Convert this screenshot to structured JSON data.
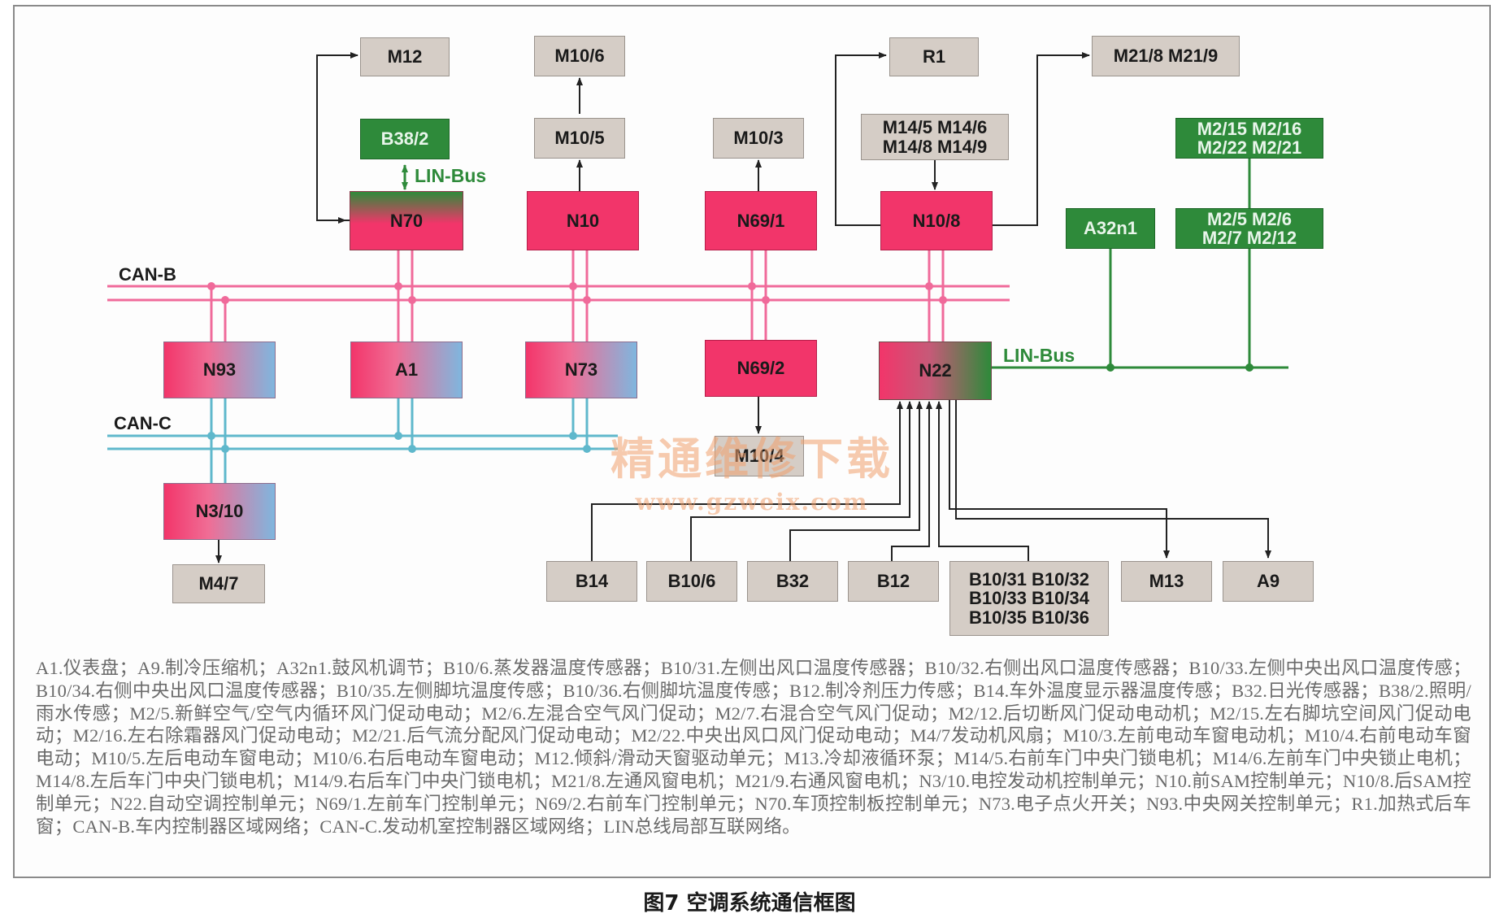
{
  "colors": {
    "can_b": "#f06a9a",
    "can_c": "#5fb8cc",
    "lin": "#2e8a3a",
    "grey_box": "#d5cdc6",
    "green_box": "#2e8a3a",
    "pink_box": "#f2356a",
    "blue": "#7fb6de"
  },
  "networks": {
    "can_b": "CAN-B",
    "can_c": "CAN-C",
    "lin_top": "LIN-Bus",
    "lin_right": "LIN-Bus"
  },
  "boxes": {
    "m12": "M12",
    "m10_6": "M10/6",
    "r1": "R1",
    "m21": "M21/8 M21/9",
    "b38_2": "B38/2",
    "m10_5": "M10/5",
    "m10_3": "M10/3",
    "m14_row1": "M14/5  M14/6",
    "m14_row2": "M14/8  M14/9",
    "m2a_row1": "M2/15  M2/16",
    "m2a_row2": "M2/22  M2/21",
    "n70": "N70",
    "n10": "N10",
    "n69_1": "N69/1",
    "n10_8": "N10/8",
    "a32n1": "A32n1",
    "m2b_row1": "M2/5  M2/6",
    "m2b_row2": "M2/7  M2/12",
    "n93": "N93",
    "a1": "A1",
    "n73": "N73",
    "n69_2": "N69/2",
    "n22": "N22",
    "m10_4": "M10/4",
    "n3_10": "N3/10",
    "m4_7": "M4/7",
    "b14": "B14",
    "b10_6": "B10/6",
    "b32": "B32",
    "b12": "B12",
    "b10_row1": "B10/31  B10/32",
    "b10_row2": "B10/33  B10/34",
    "b10_row3": "B10/35  B10/36",
    "m13": "M13",
    "a9": "A9"
  },
  "watermark": {
    "line1": "精通维修下载",
    "line2": "www.gzweix.com"
  },
  "legend": "A1.仪表盘；A9.制冷压缩机；A32n1.鼓风机调节；B10/6.蒸发器温度传感器；B10/31.左侧出风口温度传感器；B10/32.右侧出风口温度传感器；B10/33.左侧中央出风口温度传感；B10/34.右侧中央出风口温度传感器；B10/35.左侧脚坑温度传感；B10/36.右侧脚坑温度传感；B12.制冷剂压力传感；B14.车外温度显示器温度传感；B32.日光传感器；B38/2.照明/雨水传感；M2/5.新鲜空气/空气内循环风门促动电动；M2/6.左混合空气风门促动；M2/7.右混合空气风门促动；M2/12.后切断风门促动电动机；M2/15.左右脚坑空间风门促动电动；M2/16.左右除霜器风门促动电动；M2/21.后气流分配风门促动电动；M2/22.中央出风口风门促动电动；M4/7发动机风扇；M10/3.左前电动车窗电动机；M10/4.右前电动车窗电动；M10/5.左后电动车窗电动；M10/6.右后电动车窗电动；M12.倾斜/滑动天窗驱动单元；M13.冷却液循环泵；M14/5.右前车门中央门锁电机；M14/6.左前车门中央锁止电机；M14/8.左后车门中央门锁电机；M14/9.右后车门中央门锁电机；M21/8.左通风窗电机；M21/9.右通风窗电机；N3/10.电控发动机控制单元；N10.前SAM控制单元；N10/8.后SAM控制单元；N22.自动空调控制单元；N69/1.左前车门控制单元；N69/2.右前车门控制单元；N70.车顶控制板控制单元；N73.电子点火开关；N93.中央网关控制单元；R1.加热式后车窗；CAN-B.车内控制器区域网络；CAN-C.发动机室控制器区域网络；LIN总线局部互联网络。",
  "caption": "图7 空调系统通信框图"
}
